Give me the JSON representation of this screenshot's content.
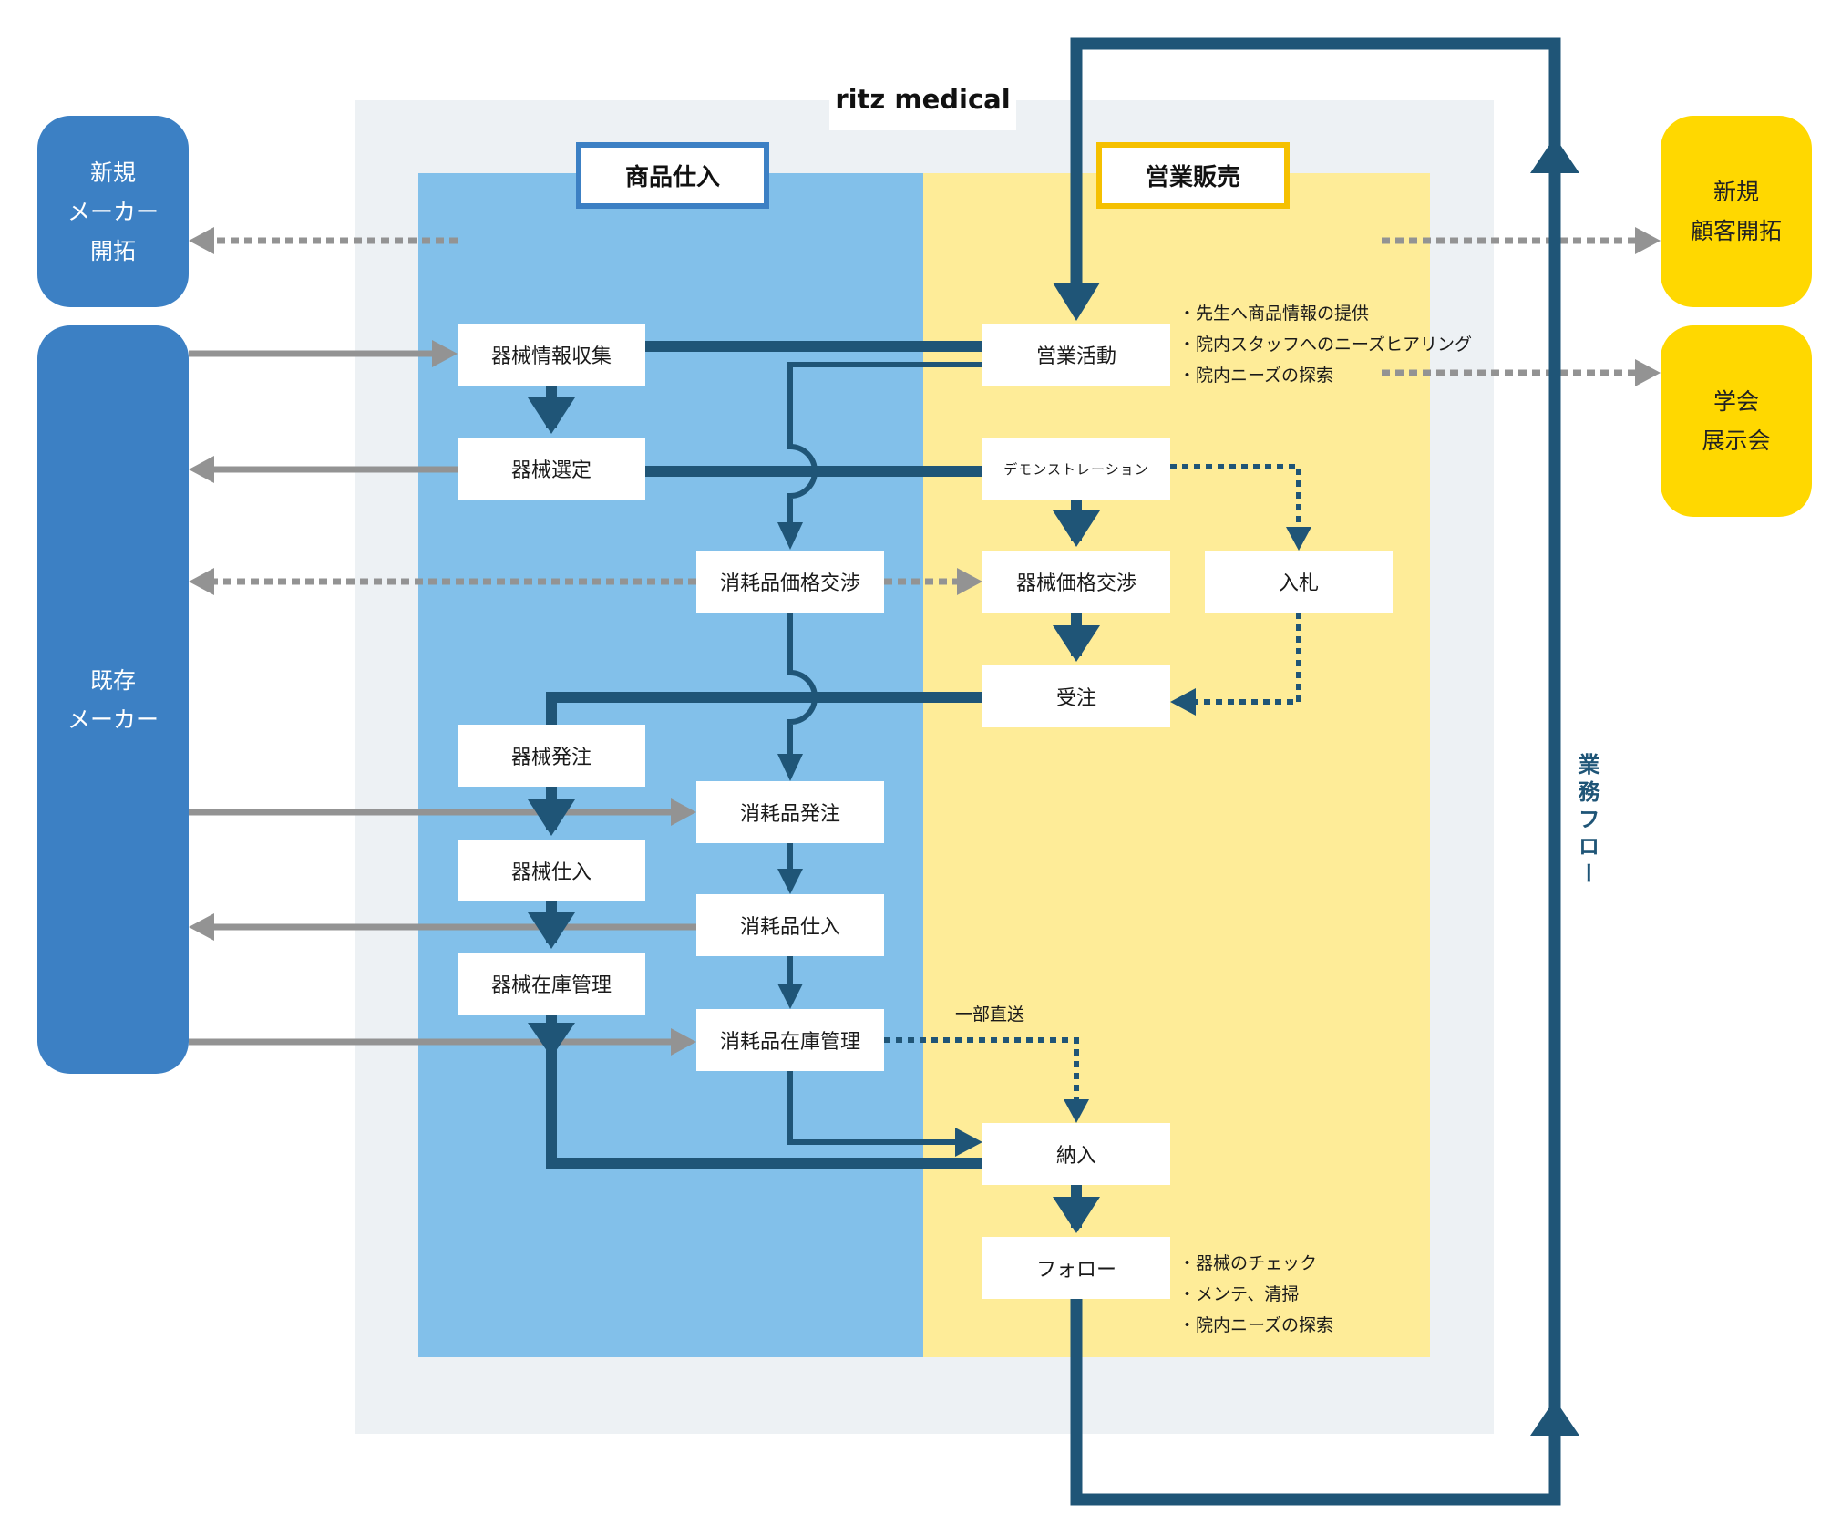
{
  "company": "ritz medical",
  "columns": {
    "purchasing": {
      "title": "商品仕入",
      "color": "#82c0ea",
      "title_border": "#3c80c4"
    },
    "sales": {
      "title": "営業販売",
      "color": "#feec98",
      "title_border": "#f5c000"
    }
  },
  "external": {
    "new_maker": {
      "lines": [
        "新規",
        "メーカー",
        "開拓"
      ],
      "color": "#3c80c4"
    },
    "existing_maker": {
      "lines": [
        "既存",
        "メーカー"
      ],
      "color": "#3c80c4"
    },
    "new_customer": {
      "lines": [
        "新規",
        "顧客開拓"
      ],
      "color": "#ffd800"
    },
    "conference": {
      "lines": [
        "学会",
        "展示会"
      ],
      "color": "#ffd800"
    }
  },
  "steps": {
    "equipment_info": "器械情報収集",
    "equipment_selection": "器械選定",
    "consumable_price_negotiation": "消耗品価格交渉",
    "equipment_order": "器械発注",
    "consumable_order": "消耗品発注",
    "equipment_purchase": "器械仕入",
    "consumable_purchase": "消耗品仕入",
    "equipment_inventory": "器械在庫管理",
    "consumable_inventory": "消耗品在庫管理",
    "sales_activity": "営業活動",
    "demonstration": "デモンストレーション",
    "equipment_price_negotiation": "器械価格交渉",
    "bidding": "入札",
    "order_received": "受注",
    "delivery": "納入",
    "follow_up": "フォロー"
  },
  "notes": {
    "sales_activity": [
      "・先生へ商品情報の提供",
      "・院内スタッフへのニーズヒアリング",
      "・院内ニーズの探索"
    ],
    "follow_up": [
      "・器械のチェック",
      "・メンテ、清掃",
      "・院内ニーズの探索"
    ]
  },
  "labels": {
    "partial_direct": "一部直送",
    "business_flow": "業務フロー"
  },
  "colors": {
    "flow_line": "#1f5577",
    "external_arrow": "#939393",
    "panel": "#edf1f4"
  }
}
